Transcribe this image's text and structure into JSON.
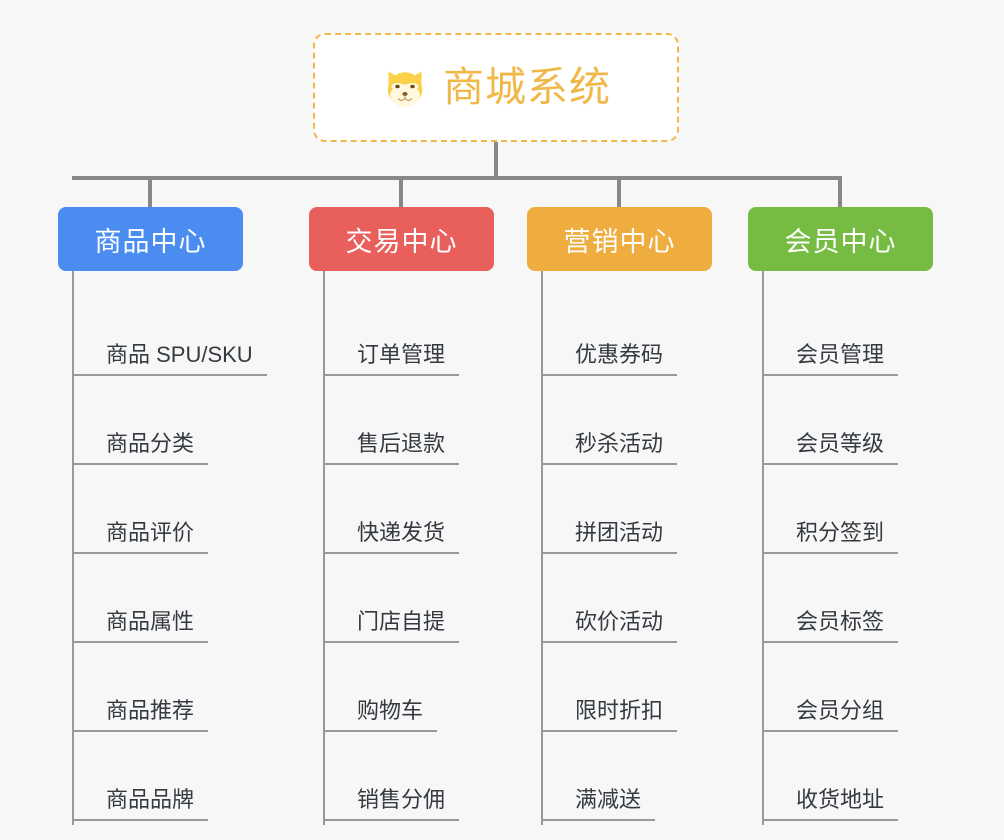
{
  "root": {
    "title": "商城系统",
    "icon": "shiba-face-icon",
    "accent_color": "#f0b849",
    "border_style": "dashed"
  },
  "canvas": {
    "background_color": "#f7f7f7",
    "connector_color": "#888888"
  },
  "columns": [
    {
      "id": "product-center",
      "header": "商品中心",
      "color": "#4a8cf0",
      "items": [
        "商品 SPU/SKU",
        "商品分类",
        "商品评价",
        "商品属性",
        "商品推荐",
        "商品品牌"
      ]
    },
    {
      "id": "trade-center",
      "header": "交易中心",
      "color": "#e95f5c",
      "items": [
        "订单管理",
        "售后退款",
        "快递发货",
        "门店自提",
        "购物车",
        "销售分佣"
      ]
    },
    {
      "id": "marketing-center",
      "header": "营销中心",
      "color": "#efad40",
      "items": [
        "优惠券码",
        "秒杀活动",
        "拼团活动",
        "砍价活动",
        "限时折扣",
        "满减送"
      ]
    },
    {
      "id": "member-center",
      "header": "会员中心",
      "color": "#76bc43",
      "items": [
        "会员管理",
        "会员等级",
        "积分签到",
        "会员标签",
        "会员分组",
        "收货地址"
      ]
    }
  ]
}
